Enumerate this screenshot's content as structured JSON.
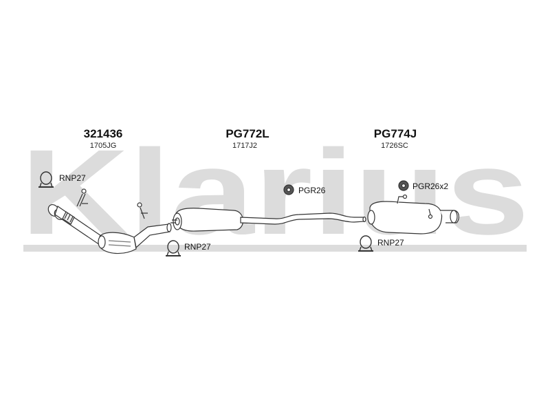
{
  "watermark": {
    "text": "Klarius"
  },
  "parts": [
    {
      "code": "321436",
      "ref": "1705JG"
    },
    {
      "code": "PG772L",
      "ref": "1717J2"
    },
    {
      "code": "PG774J",
      "ref": "1726SC"
    }
  ],
  "hardware": [
    {
      "label": "RNP27",
      "icon": "clamp-ring-icon"
    },
    {
      "label": "RNP27",
      "icon": "clamp-ring-icon"
    },
    {
      "label": "PGR26",
      "icon": "rubber-hanger-icon"
    },
    {
      "label": "PGR26x2",
      "icon": "rubber-hanger-icon"
    },
    {
      "label": "RNP27",
      "icon": "clamp-ring-icon"
    }
  ],
  "colors": {
    "watermark": "#dcdcdc",
    "line": "#333333",
    "fill": "#ffffff"
  }
}
